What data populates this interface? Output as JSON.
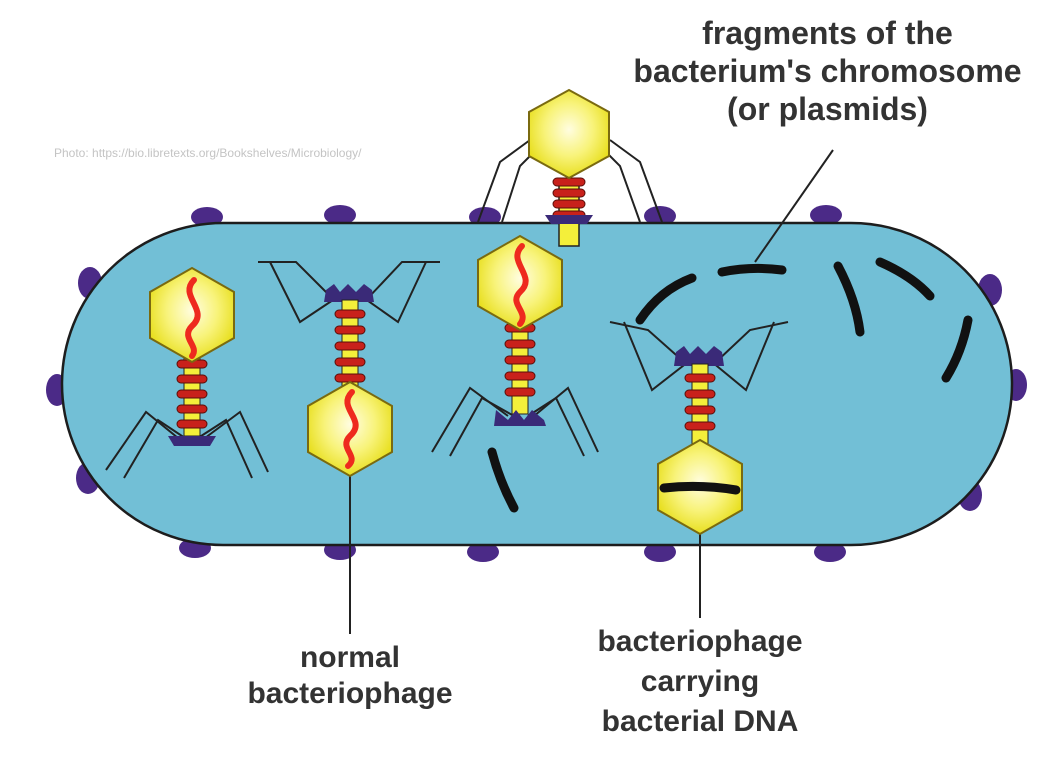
{
  "labels": {
    "fragments": {
      "line1": "fragments of the",
      "line2": "bacterium's chromosome",
      "line3": "(or plasmids)"
    },
    "normal": {
      "line1": "normal",
      "line2": "bacteriophage"
    },
    "carrying": {
      "line1": "bacteriophage",
      "line2": "carrying",
      "line3": "bacterial DNA"
    }
  },
  "photo_credit": "Photo: https://bio.libretexts.org/Bookshelves/Microbiology/",
  "colors": {
    "cytoplasm": "#72bfd6",
    "membrane_outline": "#1d1d1d",
    "surface_bumps": "#4b2a87",
    "capsid": "#f4ef3a",
    "capsid_highlight": "#fffde0",
    "viral_dna": "#ee2a1e",
    "tail": "#c8211b",
    "base_plate": "#3a2a78",
    "bacterial_dna": "#111111",
    "label_text": "#333333"
  }
}
